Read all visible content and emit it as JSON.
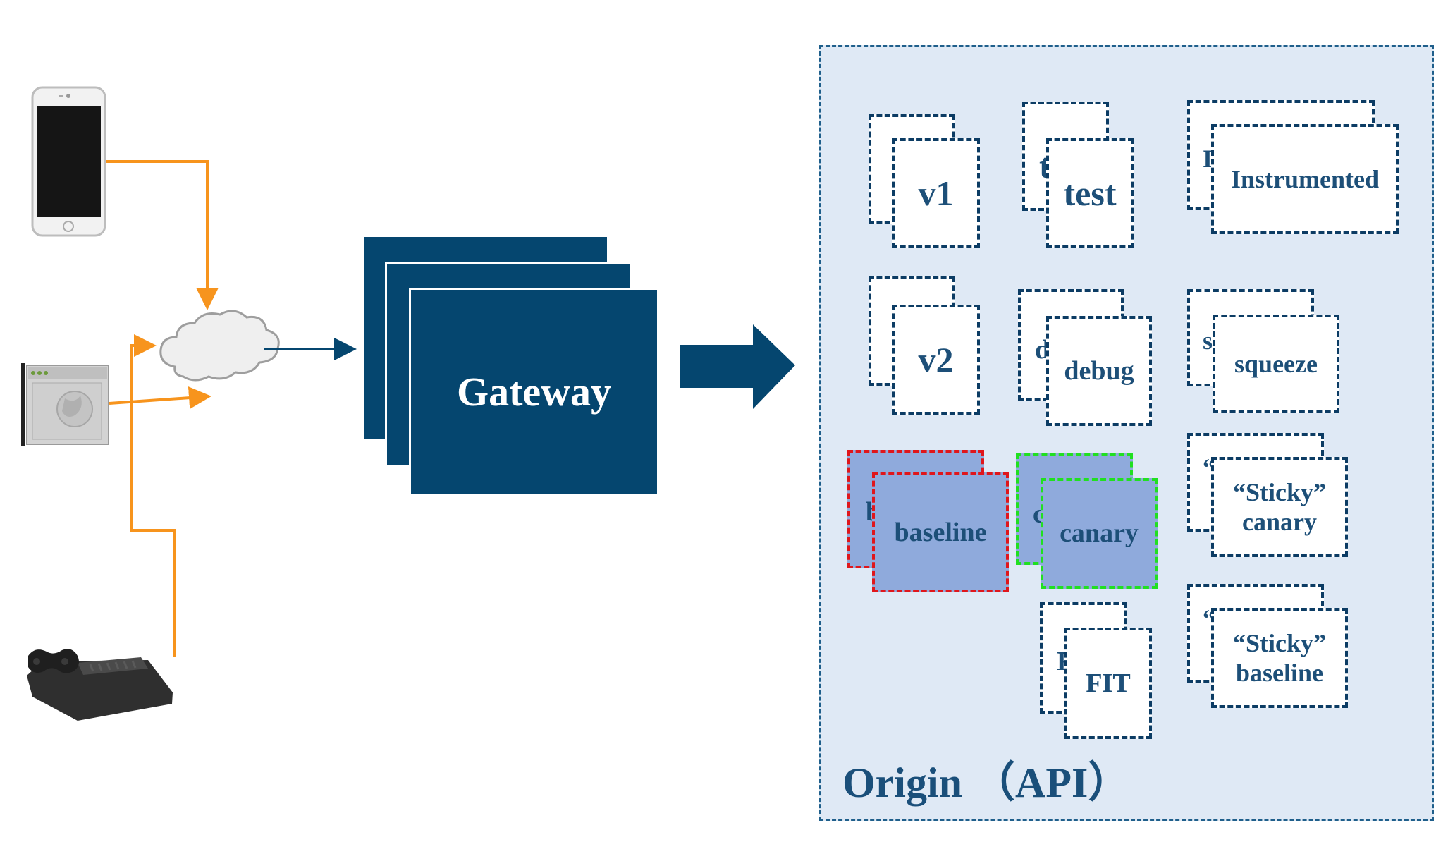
{
  "gateway": {
    "label": "Gateway"
  },
  "origin": {
    "label": "Origin （API）"
  },
  "services": [
    {
      "label": "v1",
      "peek": ""
    },
    {
      "label": "test",
      "peek": "t"
    },
    {
      "label": "Instrumented",
      "peek": "I"
    },
    {
      "label": "v2",
      "peek": ""
    },
    {
      "label": "debug",
      "peek": "d"
    },
    {
      "label": "squeeze",
      "peek": "s"
    },
    {
      "label": "baseline",
      "peek": "b"
    },
    {
      "label": "canary",
      "peek": "c"
    },
    {
      "label": "“Sticky” canary",
      "peek": "“"
    },
    {
      "label": "FIT",
      "peek": "F"
    },
    {
      "label": "“Sticky” baseline",
      "peek": "“"
    }
  ],
  "colors": {
    "gateway": "#05466f",
    "client_arrows": "#f7941d",
    "origin_background": "#dfe9f5",
    "baseline_border": "#e0161b",
    "canary_border": "#20e020",
    "highlight_fill": "#8faadc"
  }
}
